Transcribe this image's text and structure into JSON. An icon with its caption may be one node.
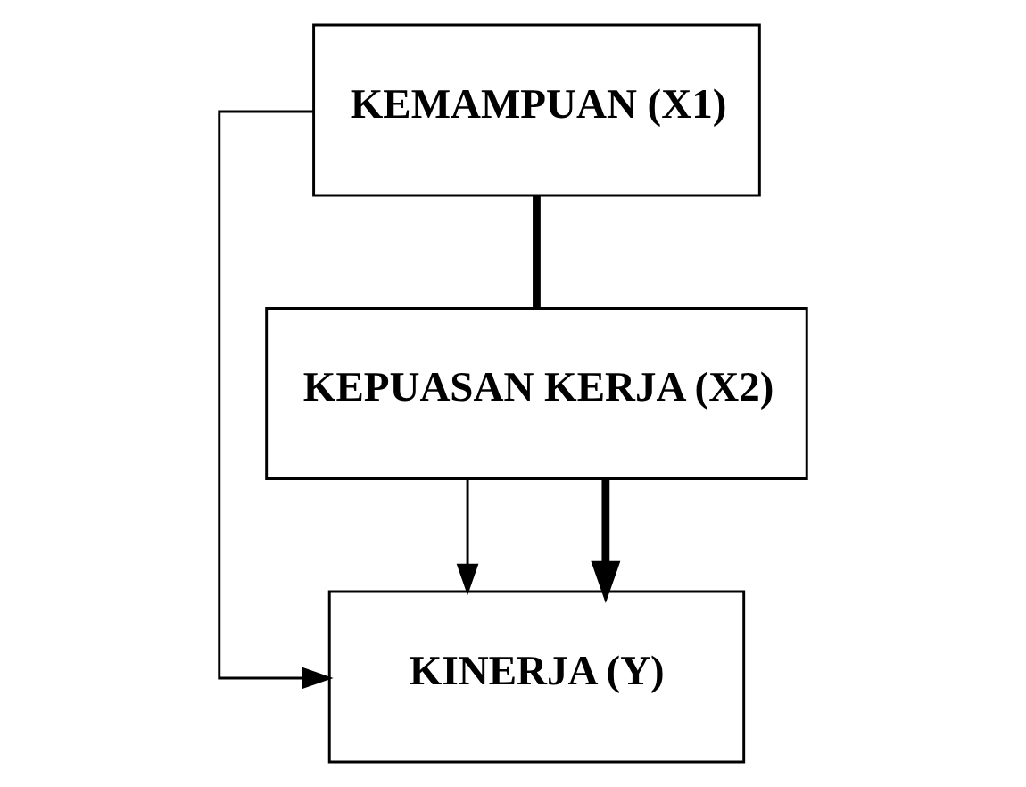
{
  "diagram": {
    "nodes": [
      {
        "text": [
          "KEMAMPUAN (X1)"
        ]
      },
      {
        "text": [
          "KINERJA (Y)"
        ]
      },
      {
        "text": [
          "KEPUASAN KERJA (X2)"
        ]
      }
    ],
    "edges": [
      {
        "from": 0,
        "to": 1,
        "arrow": "to"
      },
      {
        "from": 0,
        "to": 2,
        "arrow": "none",
        "style": "thick"
      },
      {
        "from": 2,
        "to": 1,
        "arrow": "to"
      },
      {
        "from": 2,
        "to": 1,
        "arrow": "to",
        "style": "thick"
      }
    ]
  }
}
